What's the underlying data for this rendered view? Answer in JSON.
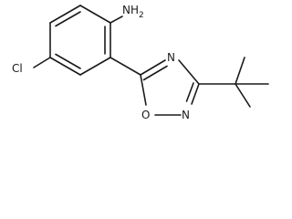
{
  "molecule": {
    "atom_labels": {
      "amine": "NH2",
      "chlorine": "Cl",
      "ring_n_top": "N",
      "ring_o": "O",
      "ring_n_bottom": "N"
    },
    "colors": {
      "bond": "#1a1a1a",
      "label": "#1a1a1a",
      "background": "#ffffff"
    }
  }
}
